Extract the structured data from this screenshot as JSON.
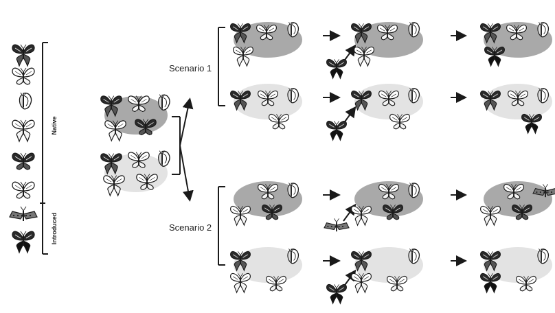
{
  "legend": {
    "native_label": "Native",
    "introduced_label": "Introduced",
    "native_species": [
      "swallowtail",
      "white",
      "comma",
      "longtail",
      "checkered",
      "small"
    ],
    "introduced_species": [
      "moth",
      "blacktail"
    ]
  },
  "scenarios": [
    {
      "label": "Scenario 1"
    },
    {
      "label": "Scenario 2"
    }
  ],
  "colors": {
    "dark_habitat": "#a9a9a9",
    "light_habitat": "#e3e3e3",
    "ink": "#1a1a1a"
  }
}
